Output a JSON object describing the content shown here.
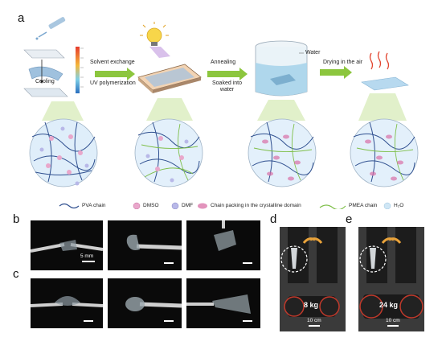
{
  "panels": {
    "a": "a",
    "b": "b",
    "c": "c",
    "d": "d",
    "e": "e"
  },
  "process": {
    "cooling": "Cooling",
    "solvent_exchange": "Solvent exchange",
    "uv_polymerization": "UV polymerization",
    "annealing": "Annealing",
    "soaked": "Soaked into\nwater",
    "water": "Water",
    "drying": "Drying in the air"
  },
  "legend": {
    "pva": "PVA chain",
    "dmso": "DMSO",
    "dmf": "DMF",
    "packing": "Chain packing in the crystalline domain",
    "pmea": "PMEA chain",
    "h2o": "H₂O"
  },
  "photos": {
    "b_scale": "5 mm",
    "d_weight": "8 kg",
    "d_scale": "10 cm",
    "e_weight": "24 kg",
    "e_scale": "10 cm"
  },
  "colors": {
    "pva_blue": "#2f4f8f",
    "pmea_green": "#7fbf4a",
    "domain_pink": "#d86fa6",
    "water_blue": "#cfe6f5",
    "arrow_green": "#8cc63e"
  }
}
